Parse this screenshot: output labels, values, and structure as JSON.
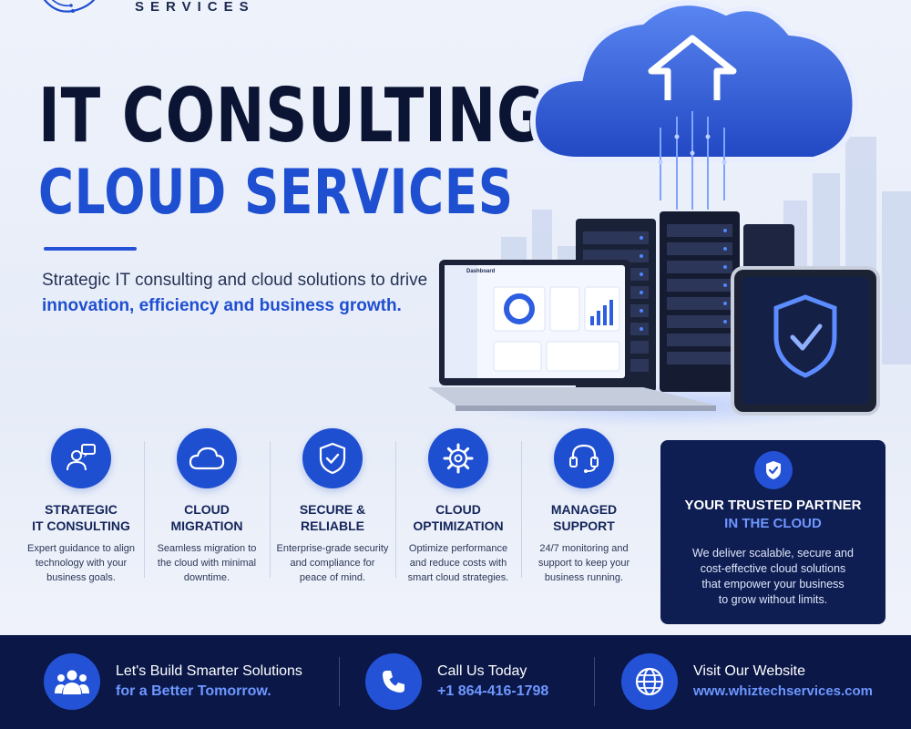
{
  "brand": {
    "subtitle": "SERVICES",
    "logo_icon": "circuit-swirl-logo"
  },
  "headline": {
    "line1": "IT CONSULTING",
    "line2": "CLOUD SERVICES"
  },
  "intro": {
    "text_plain": "Strategic IT consulting and cloud solutions to drive ",
    "text_highlight": "innovation, efficiency and business growth."
  },
  "hero": {
    "laptop_screen_title": "Dashboard",
    "cloud_icon": "upload-arrow-icon",
    "tablet_icon": "shield-check-icon"
  },
  "services": [
    {
      "icon": "chat-user-icon",
      "title": "STRATEGIC\nIT CONSULTING",
      "desc": "Expert guidance to align\ntechnology with your\nbusiness goals."
    },
    {
      "icon": "cloud-icon",
      "title": "CLOUD\nMIGRATION",
      "desc": "Seamless migration to\nthe cloud with minimal\ndowntime."
    },
    {
      "icon": "shield-check-icon",
      "title": "SECURE &\nRELIABLE",
      "desc": "Enterprise-grade security\nand compliance for\npeace of mind."
    },
    {
      "icon": "gear-icon",
      "title": "CLOUD\nOPTIMIZATION",
      "desc": "Optimize performance\nand reduce costs with\nsmart cloud strategies."
    },
    {
      "icon": "headset-icon",
      "title": "MANAGED\nSUPPORT",
      "desc": "24/7 monitoring and\nsupport to keep your\nbusiness running."
    }
  ],
  "partner": {
    "title_line1": "YOUR TRUSTED PARTNER",
    "title_line2": "IN THE CLOUD",
    "desc": "We deliver scalable, secure and\ncost-effective cloud solutions\nthat empower your business\nto grow without limits."
  },
  "footer": {
    "tagline_line1": "Let's Build Smarter Solutions",
    "tagline_line2": "for a Better Tomorrow.",
    "call_label": "Call Us Today",
    "phone": "+1 864-416-1798",
    "web_label": "Visit Our Website",
    "website": "www.whiztechservices.com"
  },
  "colors": {
    "primary": "#1f4fd1",
    "navy": "#0b1533",
    "footer_bg": "#0a1747",
    "accent_light": "#6e97ff"
  }
}
